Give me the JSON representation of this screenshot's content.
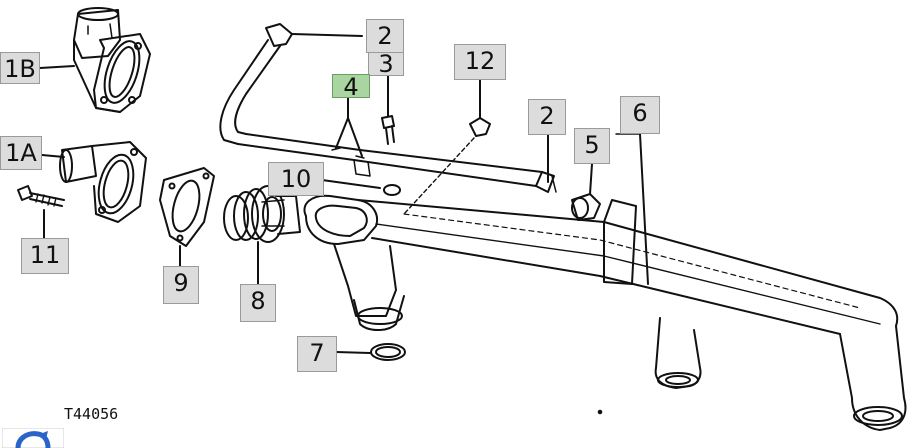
{
  "figure_id": "T44056",
  "callouts": {
    "c2_top": "2",
    "c3": "3",
    "c4": "4",
    "c12": "12",
    "c2_right": "2",
    "c5": "5",
    "c6": "6",
    "c10": "10",
    "c1B": "1B",
    "c1A": "1A",
    "c11": "11",
    "c9": "9",
    "c8": "8",
    "c7": "7"
  },
  "colors": {
    "callout_bg": "#dcdcdc",
    "callout_highlight_bg": "#a9d6a0",
    "line": "#111111",
    "logo_blue": "#2a64c8"
  }
}
